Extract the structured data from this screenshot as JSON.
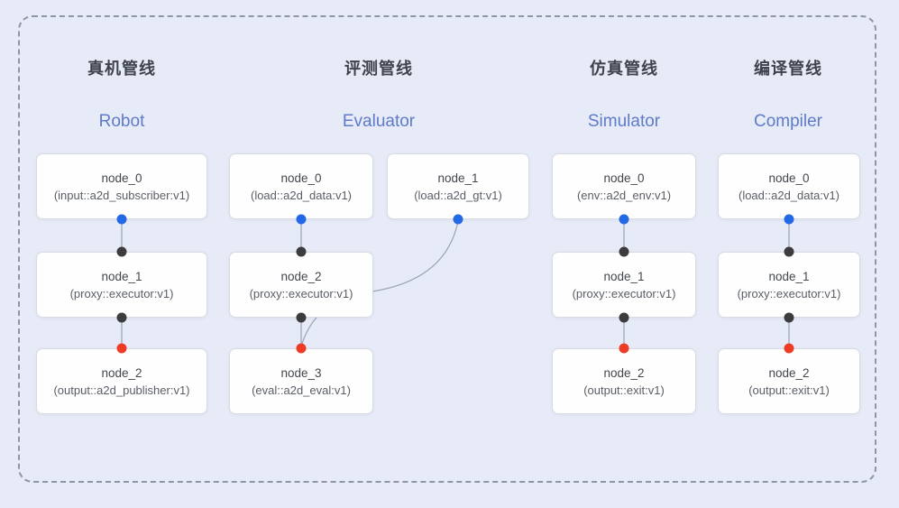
{
  "diagram": {
    "pipelines": [
      {
        "title_zh": "真机管线",
        "title_en": "Robot",
        "nodes": [
          {
            "name": "node_0",
            "type": "(input::a2d_subscriber:v1)"
          },
          {
            "name": "node_1",
            "type": "(proxy::executor:v1)"
          },
          {
            "name": "node_2",
            "type": "(output::a2d_publisher:v1)"
          }
        ]
      },
      {
        "title_zh": "评测管线",
        "title_en": "Evaluator",
        "nodes": [
          {
            "name": "node_0",
            "type": "(load::a2d_data:v1)"
          },
          {
            "name": "node_1",
            "type": "(load::a2d_gt:v1)"
          },
          {
            "name": "node_2",
            "type": "(proxy::executor:v1)"
          },
          {
            "name": "node_3",
            "type": "(eval::a2d_eval:v1)"
          }
        ]
      },
      {
        "title_zh": "仿真管线",
        "title_en": "Simulator",
        "nodes": [
          {
            "name": "node_0",
            "type": "(env::a2d_env:v1)"
          },
          {
            "name": "node_1",
            "type": "(proxy::executor:v1)"
          },
          {
            "name": "node_2",
            "type": "(output::exit:v1)"
          }
        ]
      },
      {
        "title_zh": "编译管线",
        "title_en": "Compiler",
        "nodes": [
          {
            "name": "node_0",
            "type": "(load::a2d_data:v1)"
          },
          {
            "name": "node_1",
            "type": "(proxy::executor:v1)"
          },
          {
            "name": "node_2",
            "type": "(output::exit:v1)"
          }
        ]
      }
    ],
    "colors": {
      "background": "#e7ebf7",
      "dashed_border": "#8f96a1",
      "edge": "#9aa3b4",
      "port_blue": "#2368e4",
      "port_black": "#3c3c3e",
      "port_red": "#ee3b26",
      "title_en_color": "#5e7bc8"
    }
  }
}
